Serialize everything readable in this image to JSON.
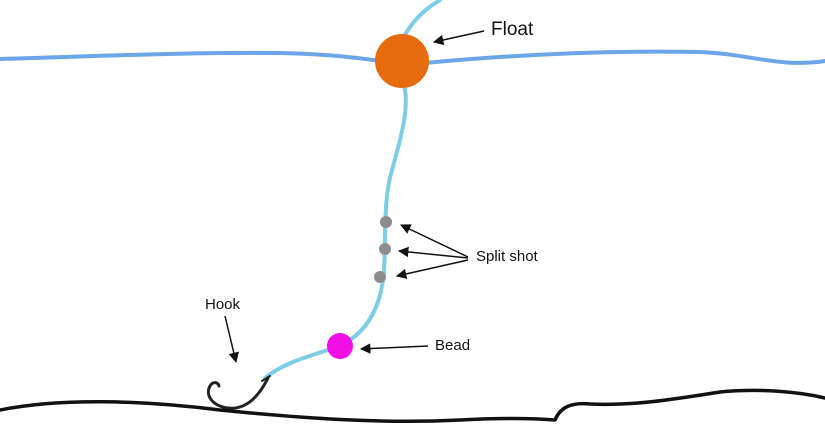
{
  "labels": {
    "float": "Float",
    "split_shot": "Split shot",
    "hook": "Hook",
    "bead": "Bead"
  },
  "colors": {
    "water_surface": "#6aa6e8",
    "fishing_line": "#7dcde6",
    "float": "#e76a0c",
    "split_shot": "#8c8c8c",
    "bead": "#f20ee6",
    "river_bed": "#111111",
    "hook": "#222222",
    "arrows": "#111111"
  }
}
